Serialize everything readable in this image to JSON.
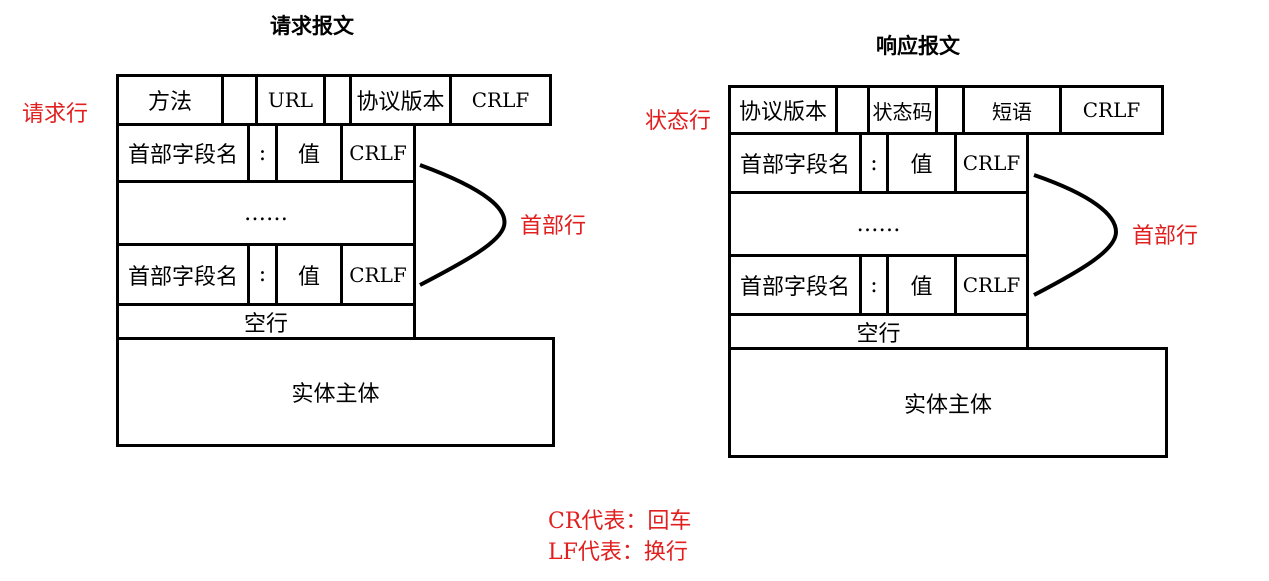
{
  "request": {
    "title": "请求报文",
    "side_label": "请求行",
    "request_line": {
      "method": "方法",
      "sep1": "",
      "url": "URL",
      "sep2": "",
      "version": "协议版本",
      "crlf": "CRLF"
    },
    "header_row_1": {
      "name": "首部字段名",
      "colon": ":",
      "value": "值",
      "crlf": "CRLF"
    },
    "ellipsis": "……",
    "header_row_2": {
      "name": "首部字段名",
      "colon": ":",
      "value": "值",
      "crlf": "CRLF"
    },
    "header_label": "首部行",
    "blank_line": "空行",
    "body": "实体主体"
  },
  "response": {
    "title": "响应报文",
    "side_label": "状态行",
    "status_line": {
      "version": "协议版本",
      "sep1": "",
      "status_code": "状态码",
      "sep2": "",
      "phrase": "短语",
      "crlf": "CRLF"
    },
    "header_row_1": {
      "name": "首部字段名",
      "colon": ":",
      "value": "值",
      "crlf": "CRLF"
    },
    "ellipsis": "……",
    "header_row_2": {
      "name": "首部字段名",
      "colon": ":",
      "value": "值",
      "crlf": "CRLF"
    },
    "header_label": "首部行",
    "blank_line": "空行",
    "body": "实体主体"
  },
  "legend": {
    "cr": "CR代表：回车",
    "lf": "LF代表：换行"
  },
  "colors": {
    "label_red": "#e0201f",
    "line": "#000000"
  }
}
